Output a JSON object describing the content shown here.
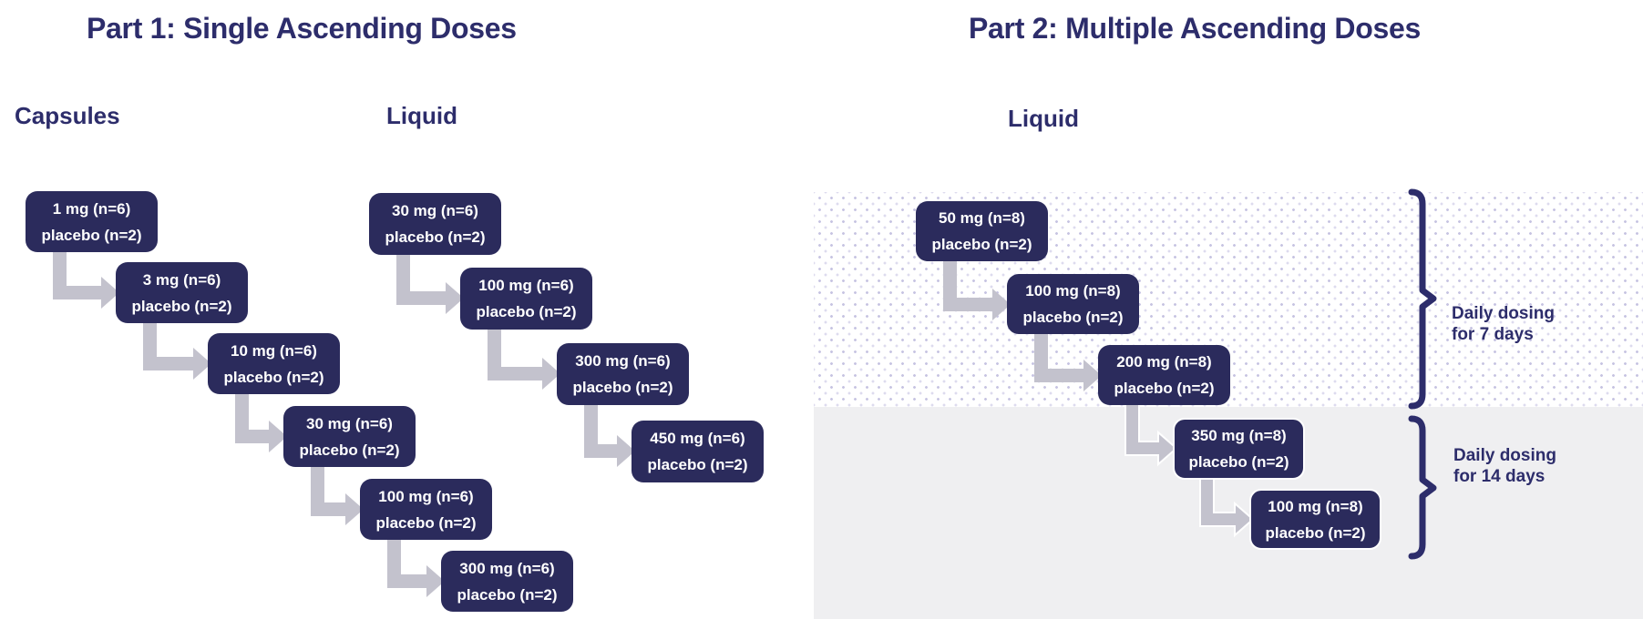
{
  "part1": {
    "title": "Part 1: Single Ascending Doses",
    "columns": [
      {
        "heading": "Capsules",
        "steps": [
          {
            "dose": "1 mg (n=6)",
            "placebo": "placebo (n=2)"
          },
          {
            "dose": "3 mg (n=6)",
            "placebo": "placebo (n=2)"
          },
          {
            "dose": "10 mg (n=6)",
            "placebo": "placebo (n=2)"
          },
          {
            "dose": "30 mg (n=6)",
            "placebo": "placebo (n=2)"
          },
          {
            "dose": "100 mg (n=6)",
            "placebo": "placebo (n=2)"
          },
          {
            "dose": "300 mg (n=6)",
            "placebo": "placebo (n=2)"
          }
        ]
      },
      {
        "heading": "Liquid",
        "steps": [
          {
            "dose": "30 mg (n=6)",
            "placebo": "placebo (n=2)"
          },
          {
            "dose": "100 mg (n=6)",
            "placebo": "placebo (n=2)"
          },
          {
            "dose": "300 mg (n=6)",
            "placebo": "placebo (n=2)"
          },
          {
            "dose": "450 mg (n=6)",
            "placebo": "placebo (n=2)"
          }
        ]
      }
    ]
  },
  "part2": {
    "title": "Part 2: Multiple Ascending Doses",
    "heading": "Liquid",
    "steps": [
      {
        "dose": "50 mg (n=8)",
        "placebo": "placebo (n=2)"
      },
      {
        "dose": "100 mg (n=8)",
        "placebo": "placebo (n=2)"
      },
      {
        "dose": "200 mg (n=8)",
        "placebo": "placebo (n=2)"
      },
      {
        "dose": "350 mg (n=8)",
        "placebo": "placebo (n=2)"
      },
      {
        "dose": "100 mg (n=8)",
        "placebo": "placebo (n=2)"
      }
    ],
    "annotations": [
      {
        "line1": "Daily dosing",
        "line2": "for 7 days"
      },
      {
        "line1": "Daily dosing",
        "line2": "for 14 days"
      }
    ]
  },
  "colors": {
    "box_navy": "#2b2b5c",
    "text_navy": "#2d2d6b",
    "arrow_gray": "#c3c2cd",
    "panel_gray": "#efeff1",
    "dot_lavender": "#c7c4e2"
  }
}
